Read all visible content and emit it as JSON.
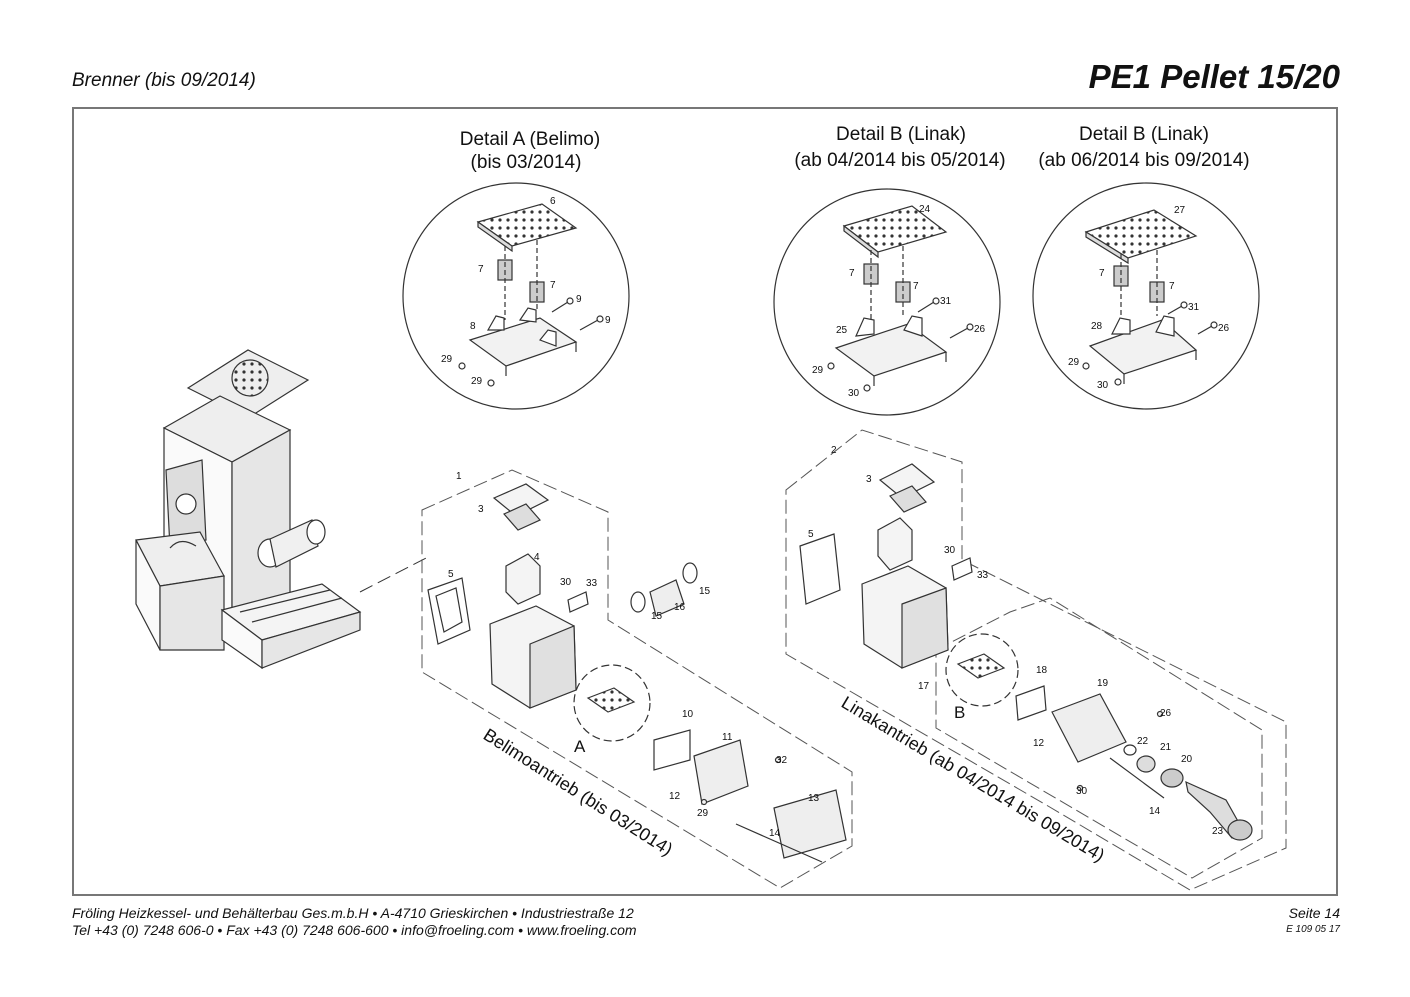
{
  "header": {
    "subtitle": "Brenner (bis 09/2014)",
    "title": "PE1 Pellet 15/20"
  },
  "details": {
    "a_title_line1": "Detail A (Belimo)",
    "a_title_line2": "(bis 03/2014)",
    "b1_title_line1": "Detail B (Linak)",
    "b1_title_line2": "(ab 04/2014 bis 05/2014)",
    "b2_title_line1": "Detail B (Linak)",
    "b2_title_line2": "(ab 06/2014 bis 09/2014)"
  },
  "callouts": {
    "a": [
      "6",
      "7",
      "7",
      "9",
      "9",
      "8",
      "29",
      "29"
    ],
    "b1": [
      "24",
      "7",
      "7",
      "31",
      "26",
      "25",
      "29",
      "30"
    ],
    "b2": [
      "27",
      "7",
      "7",
      "31",
      "26",
      "28",
      "29",
      "30"
    ],
    "belimo": [
      "1",
      "3",
      "4",
      "5",
      "30",
      "33",
      "15",
      "16",
      "15",
      "10",
      "11",
      "32",
      "12",
      "29",
      "13",
      "14"
    ],
    "linak": [
      "2",
      "3",
      "5",
      "30",
      "33",
      "17",
      "18",
      "19",
      "26",
      "12",
      "22",
      "21",
      "20",
      "30",
      "14",
      "23"
    ]
  },
  "markers": {
    "a": "A",
    "b": "B"
  },
  "group_labels": {
    "belimo": "Belimoantrieb (bis 03/2014)",
    "linak": "Linakantrieb (ab 04/2014 bis 09/2014)"
  },
  "footer": {
    "line1": "Fröling Heizkessel- und Behälterbau Ges.m.b.H  •  A-4710 Grieskirchen  •  Industriestraße 12",
    "line2": "Tel +43 (0) 7248 606-0  •  Fax +43 (0) 7248 606-600  •  info@froeling.com  •  www.froeling.com",
    "page": "Seite 14",
    "code": "E 109 05 17"
  }
}
